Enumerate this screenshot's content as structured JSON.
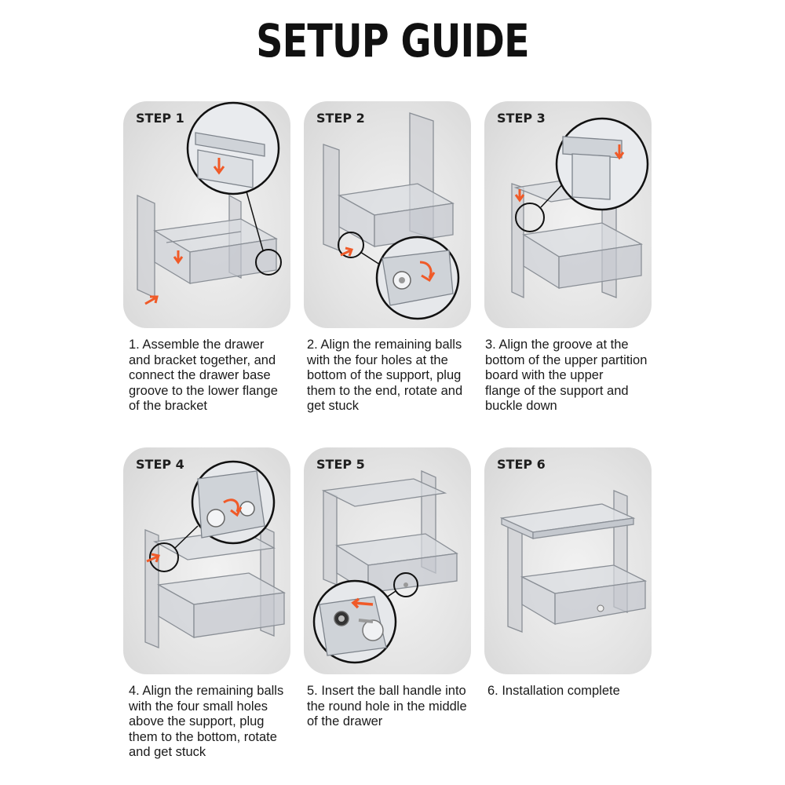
{
  "title": "SETUP GUIDE",
  "accent_color": "#f05a28",
  "steps": [
    {
      "label": "STEP 1",
      "lines": [
        "1. Assemble the drawer",
        "and bracket together, and",
        "connect the drawer base",
        "groove to the lower flange",
        "of the bracket"
      ]
    },
    {
      "label": "STEP 2",
      "lines": [
        "2. Align the remaining balls",
        "with the four holes at the",
        "bottom of the support, plug",
        "them to the end, rotate and",
        "get stuck"
      ]
    },
    {
      "label": "STEP 3",
      "lines": [
        "3. Align the groove at the",
        "bottom of the upper partition",
        "board with the upper",
        "flange of the support and",
        "buckle down"
      ]
    },
    {
      "label": "STEP 4",
      "lines": [
        "4. Align the remaining balls",
        "with the four small holes",
        "above the support, plug",
        "them to the bottom, rotate",
        "and get stuck"
      ]
    },
    {
      "label": "STEP 5",
      "lines": [
        "5. Insert the ball handle into",
        "the round hole in the middle",
        "of the drawer"
      ]
    },
    {
      "label": "STEP 6",
      "lines": [
        "6. Installation complete"
      ]
    }
  ]
}
